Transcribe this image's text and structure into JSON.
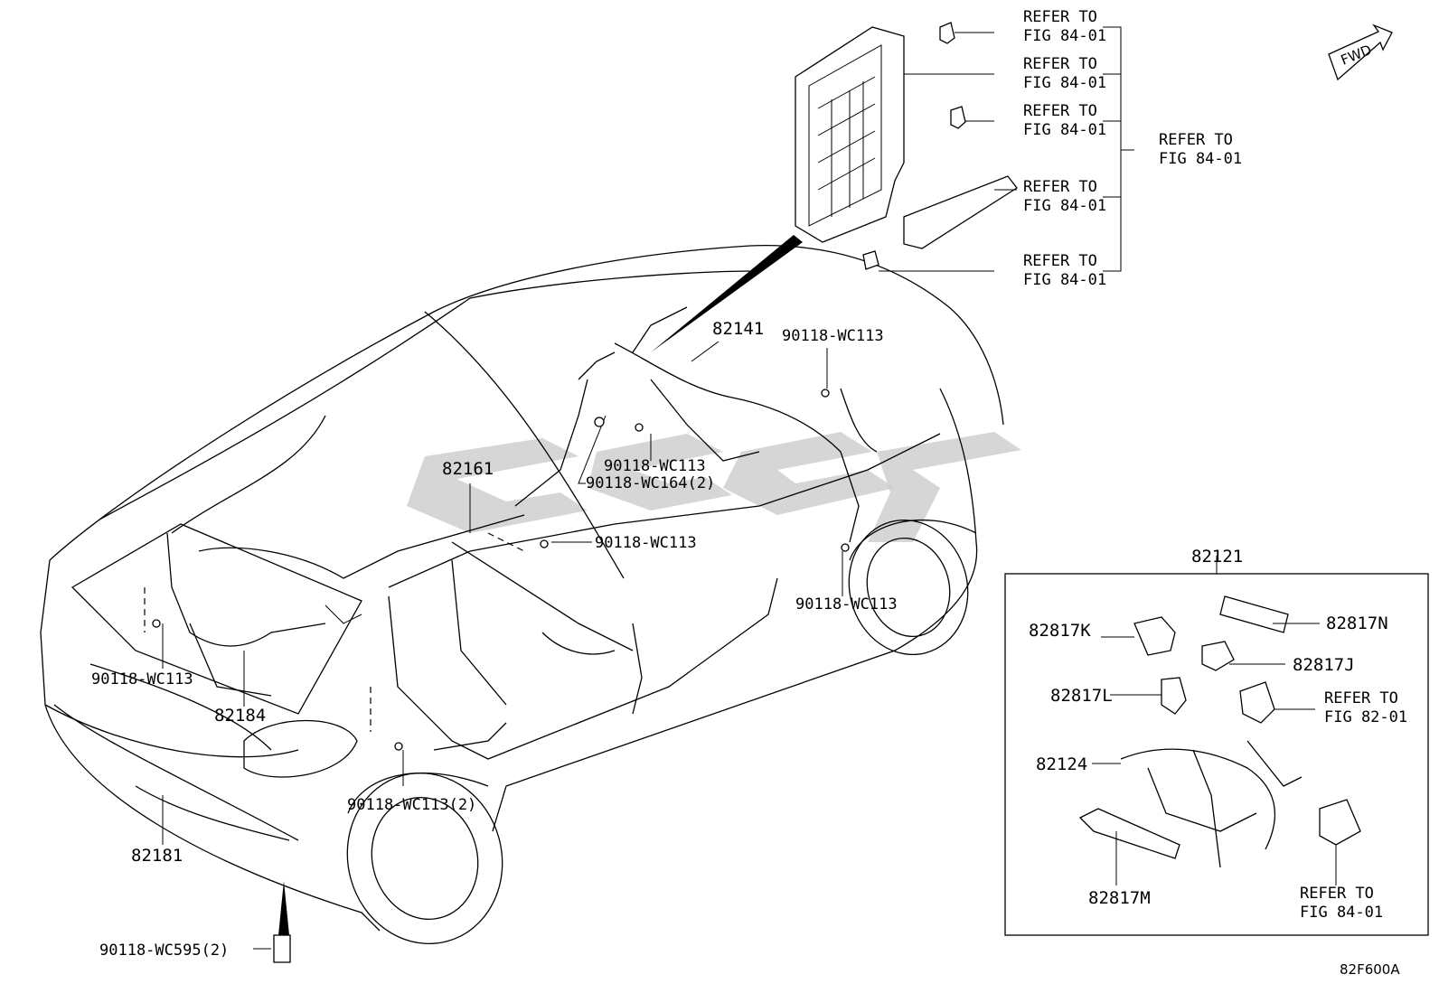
{
  "fwd_badge": "FWD",
  "figure_code": "82F600A",
  "parts": {
    "p82141": "82141",
    "p82161": "82161",
    "p82184": "82184",
    "p82181": "82181",
    "p82121": "82121",
    "p82817K": "82817K",
    "p82817N": "82817N",
    "p82817J": "82817J",
    "p82817L": "82817L",
    "p82124": "82124",
    "p82817M": "82817M"
  },
  "fasteners": {
    "f1": "90118-WC113",
    "f2": "90118-WC113",
    "f3": "90118-WC164(2)",
    "f4": "90118-WC113",
    "f5": "90118-WC113",
    "f6": "90118-WC113",
    "f7": "90118-WC113(2)",
    "f8": "90118-WC595(2)"
  },
  "refs": {
    "refer_to": "REFER TO",
    "fig_84_01": "FIG 84-01",
    "fig_82_01": "FIG 82-01"
  }
}
